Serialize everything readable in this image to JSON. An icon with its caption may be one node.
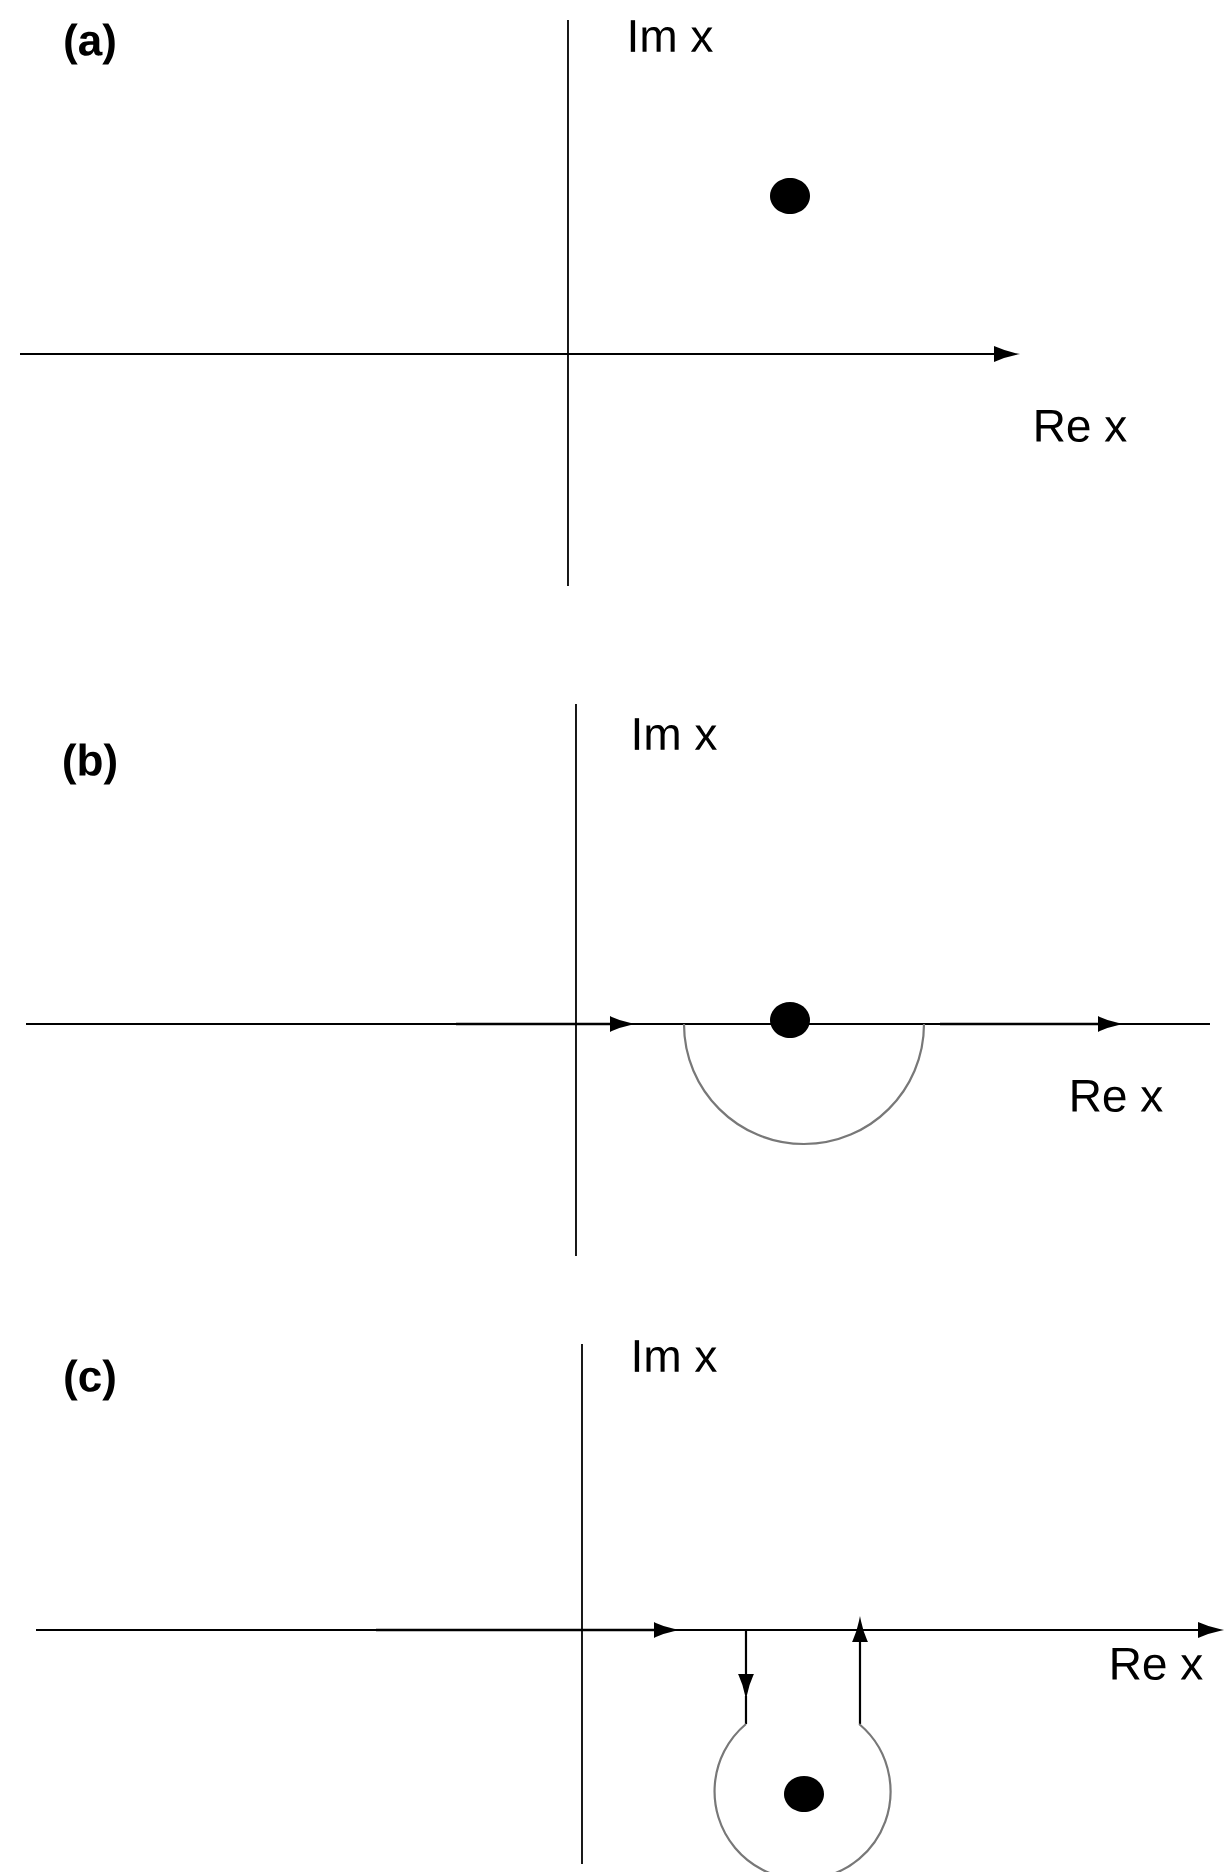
{
  "diagram": {
    "labels": [
      "(a)",
      "Im x",
      "Re x",
      "(b)",
      "Im x",
      "Re x",
      "(c)",
      "Im x",
      "Re x"
    ]
  }
}
